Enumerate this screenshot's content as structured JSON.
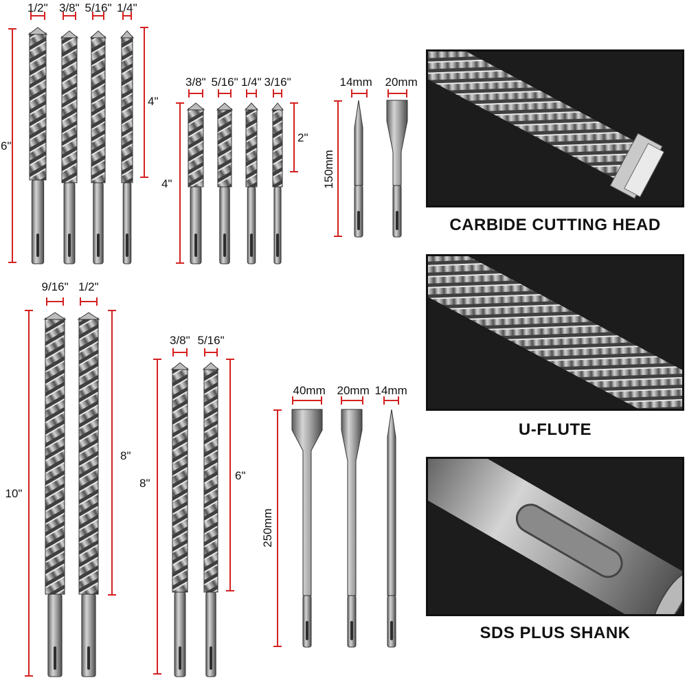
{
  "group_top_left": {
    "widths": [
      "1/2\"",
      "3/8\"",
      "5/16\"",
      "1/4\""
    ],
    "length_total": "6\"",
    "length_flute": "4\""
  },
  "group_top_middle": {
    "widths": [
      "3/8\"",
      "5/16\"",
      "1/4\"",
      "3/16\""
    ],
    "length_total": "4\"",
    "length_flute": "2\""
  },
  "group_chisels_small": {
    "widths": [
      "14mm",
      "20mm"
    ],
    "length": "150mm"
  },
  "group_bottom_left": {
    "widths": [
      "9/16\"",
      "1/2\""
    ],
    "length_total": "10\"",
    "length_flute": "8\""
  },
  "group_bottom_middle": {
    "widths": [
      "3/8\"",
      "5/16\""
    ],
    "length_total": "8\"",
    "length_flute": "6\""
  },
  "group_chisels_large": {
    "widths": [
      "40mm",
      "20mm",
      "14mm"
    ],
    "length": "250mm"
  },
  "features": [
    {
      "caption": "CARBIDE CUTTING HEAD",
      "icon": "carbide-tip-closeup"
    },
    {
      "caption": "U-FLUTE",
      "icon": "flute-closeup"
    },
    {
      "caption": "SDS PLUS SHANK",
      "icon": "shank-closeup"
    }
  ],
  "colors": {
    "dimension": "#d42020",
    "steel": "#9a9a9a",
    "background": "#ffffff"
  }
}
